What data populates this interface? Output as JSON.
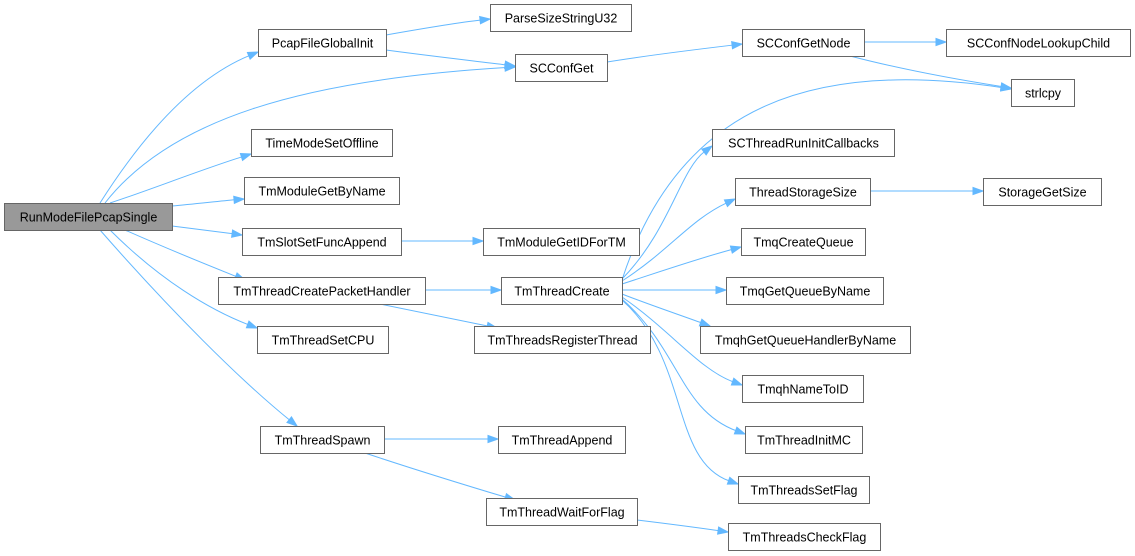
{
  "graph": {
    "root": "RunModeFilePcapSingle",
    "nodes": [
      {
        "id": "RunModeFilePcapSingle",
        "label": "RunModeFilePcapSingle"
      },
      {
        "id": "PcapFileGlobalInit",
        "label": "PcapFileGlobalInit"
      },
      {
        "id": "ParseSizeStringU32",
        "label": "ParseSizeStringU32"
      },
      {
        "id": "SCConfGet",
        "label": "SCConfGet"
      },
      {
        "id": "SCConfGetNode",
        "label": "SCConfGetNode"
      },
      {
        "id": "SCConfNodeLookupChild",
        "label": "SCConfNodeLookupChild"
      },
      {
        "id": "strlcpy",
        "label": "strlcpy"
      },
      {
        "id": "TimeModeSetOffline",
        "label": "TimeModeSetOffline"
      },
      {
        "id": "TmModuleGetByName",
        "label": "TmModuleGetByName"
      },
      {
        "id": "TmSlotSetFuncAppend",
        "label": "TmSlotSetFuncAppend"
      },
      {
        "id": "TmModuleGetIDForTM",
        "label": "TmModuleGetIDForTM"
      },
      {
        "id": "TmThreadCreatePacketHandler",
        "label": "TmThreadCreatePacketHandler"
      },
      {
        "id": "TmThreadCreate",
        "label": "TmThreadCreate"
      },
      {
        "id": "TmThreadsRegisterThread",
        "label": "TmThreadsRegisterThread"
      },
      {
        "id": "TmThreadSetCPU",
        "label": "TmThreadSetCPU"
      },
      {
        "id": "TmThreadSpawn",
        "label": "TmThreadSpawn"
      },
      {
        "id": "TmThreadAppend",
        "label": "TmThreadAppend"
      },
      {
        "id": "TmThreadWaitForFlag",
        "label": "TmThreadWaitForFlag"
      },
      {
        "id": "TmThreadsCheckFlag",
        "label": "TmThreadsCheckFlag"
      },
      {
        "id": "SCThreadRunInitCallbacks",
        "label": "SCThreadRunInitCallbacks"
      },
      {
        "id": "ThreadStorageSize",
        "label": "ThreadStorageSize"
      },
      {
        "id": "StorageGetSize",
        "label": "StorageGetSize"
      },
      {
        "id": "TmqCreateQueue",
        "label": "TmqCreateQueue"
      },
      {
        "id": "TmqGetQueueByName",
        "label": "TmqGetQueueByName"
      },
      {
        "id": "TmqhGetQueueHandlerByName",
        "label": "TmqhGetQueueHandlerByName"
      },
      {
        "id": "TmqhNameToID",
        "label": "TmqhNameToID"
      },
      {
        "id": "TmThreadInitMC",
        "label": "TmThreadInitMC"
      },
      {
        "id": "TmThreadsSetFlag",
        "label": "TmThreadsSetFlag"
      }
    ],
    "edges": [
      {
        "from": "RunModeFilePcapSingle",
        "to": "PcapFileGlobalInit"
      },
      {
        "from": "RunModeFilePcapSingle",
        "to": "SCConfGet"
      },
      {
        "from": "RunModeFilePcapSingle",
        "to": "TimeModeSetOffline"
      },
      {
        "from": "RunModeFilePcapSingle",
        "to": "TmModuleGetByName"
      },
      {
        "from": "RunModeFilePcapSingle",
        "to": "TmSlotSetFuncAppend"
      },
      {
        "from": "RunModeFilePcapSingle",
        "to": "TmThreadCreatePacketHandler"
      },
      {
        "from": "RunModeFilePcapSingle",
        "to": "TmThreadSetCPU"
      },
      {
        "from": "RunModeFilePcapSingle",
        "to": "TmThreadSpawn"
      },
      {
        "from": "PcapFileGlobalInit",
        "to": "ParseSizeStringU32"
      },
      {
        "from": "PcapFileGlobalInit",
        "to": "SCConfGet"
      },
      {
        "from": "SCConfGet",
        "to": "SCConfGetNode"
      },
      {
        "from": "SCConfGetNode",
        "to": "SCConfNodeLookupChild"
      },
      {
        "from": "SCConfGetNode",
        "to": "strlcpy"
      },
      {
        "from": "TmSlotSetFuncAppend",
        "to": "TmModuleGetIDForTM"
      },
      {
        "from": "TmThreadCreatePacketHandler",
        "to": "TmThreadCreate"
      },
      {
        "from": "TmThreadCreatePacketHandler",
        "to": "TmThreadsRegisterThread"
      },
      {
        "from": "TmThreadCreate",
        "to": "strlcpy"
      },
      {
        "from": "TmThreadCreate",
        "to": "SCThreadRunInitCallbacks"
      },
      {
        "from": "TmThreadCreate",
        "to": "ThreadStorageSize"
      },
      {
        "from": "TmThreadCreate",
        "to": "TmqCreateQueue"
      },
      {
        "from": "TmThreadCreate",
        "to": "TmqGetQueueByName"
      },
      {
        "from": "TmThreadCreate",
        "to": "TmqhGetQueueHandlerByName"
      },
      {
        "from": "TmThreadCreate",
        "to": "TmqhNameToID"
      },
      {
        "from": "TmThreadCreate",
        "to": "TmThreadInitMC"
      },
      {
        "from": "TmThreadCreate",
        "to": "TmThreadsSetFlag"
      },
      {
        "from": "ThreadStorageSize",
        "to": "StorageGetSize"
      },
      {
        "from": "TmThreadSpawn",
        "to": "TmThreadAppend"
      },
      {
        "from": "TmThreadSpawn",
        "to": "TmThreadWaitForFlag"
      },
      {
        "from": "TmThreadWaitForFlag",
        "to": "TmThreadsCheckFlag"
      }
    ]
  },
  "colors": {
    "edge": "#63b8ff",
    "node_border": "#666666",
    "node_fill": "#ffffff",
    "root_fill": "#999999"
  }
}
